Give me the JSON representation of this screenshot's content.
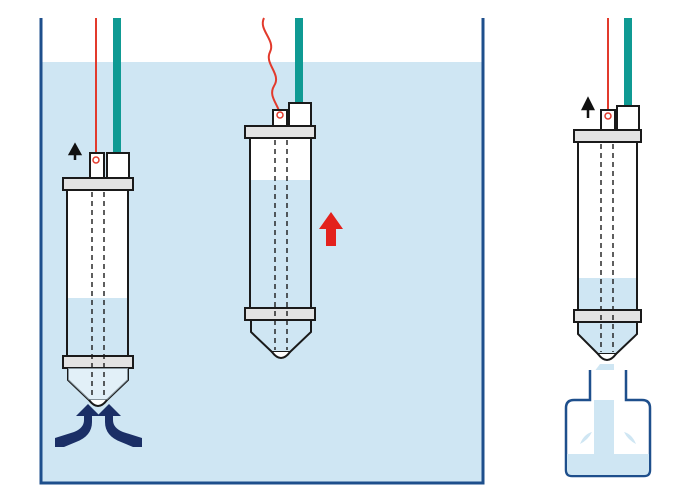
{
  "diagram": {
    "panels": [
      {
        "name": "sampler-lowered-filling",
        "state": "bottom valve open, water enters"
      },
      {
        "name": "sampler-raised-full",
        "state": "valves closed, sampler raised"
      },
      {
        "name": "sampler-draining",
        "state": "bottom valve opened, sample drains into bottle"
      }
    ],
    "colors": {
      "water": "#cfe6f3",
      "tank_wall": "#1e4f8c",
      "cable_red": "#e23a2c",
      "hose_teal": "#0f9a93",
      "inflow_arrow": "#1b2f66",
      "lift_arrow": "#e3211c",
      "pull_arrow": "#111111",
      "outline": "#1a1a1a",
      "band_fill": "#e3e3e3"
    },
    "icons": [
      "pull-up-arrow-icon",
      "lift-arrow-icon",
      "inflow-arrow-icon"
    ]
  }
}
